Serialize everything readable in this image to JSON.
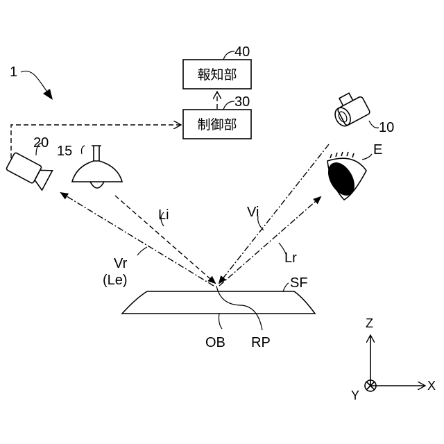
{
  "labels": {
    "system": "1",
    "notify_ref": "40",
    "notify_name": "報知部",
    "control_ref": "30",
    "control_name": "制御部",
    "camera_ref": "20",
    "lamp_ref": "15",
    "eye_camera_ref": "10",
    "eye": "E",
    "incident_light": "Li",
    "incident_view": "Vi",
    "reflected_view": "Vr",
    "reflected_view_alt": "(Le)",
    "reflected_light": "Lr",
    "surface": "SF",
    "object": "OB",
    "reference_point": "RP"
  },
  "axes": {
    "z": "Z",
    "x": "X",
    "y": "Y"
  }
}
